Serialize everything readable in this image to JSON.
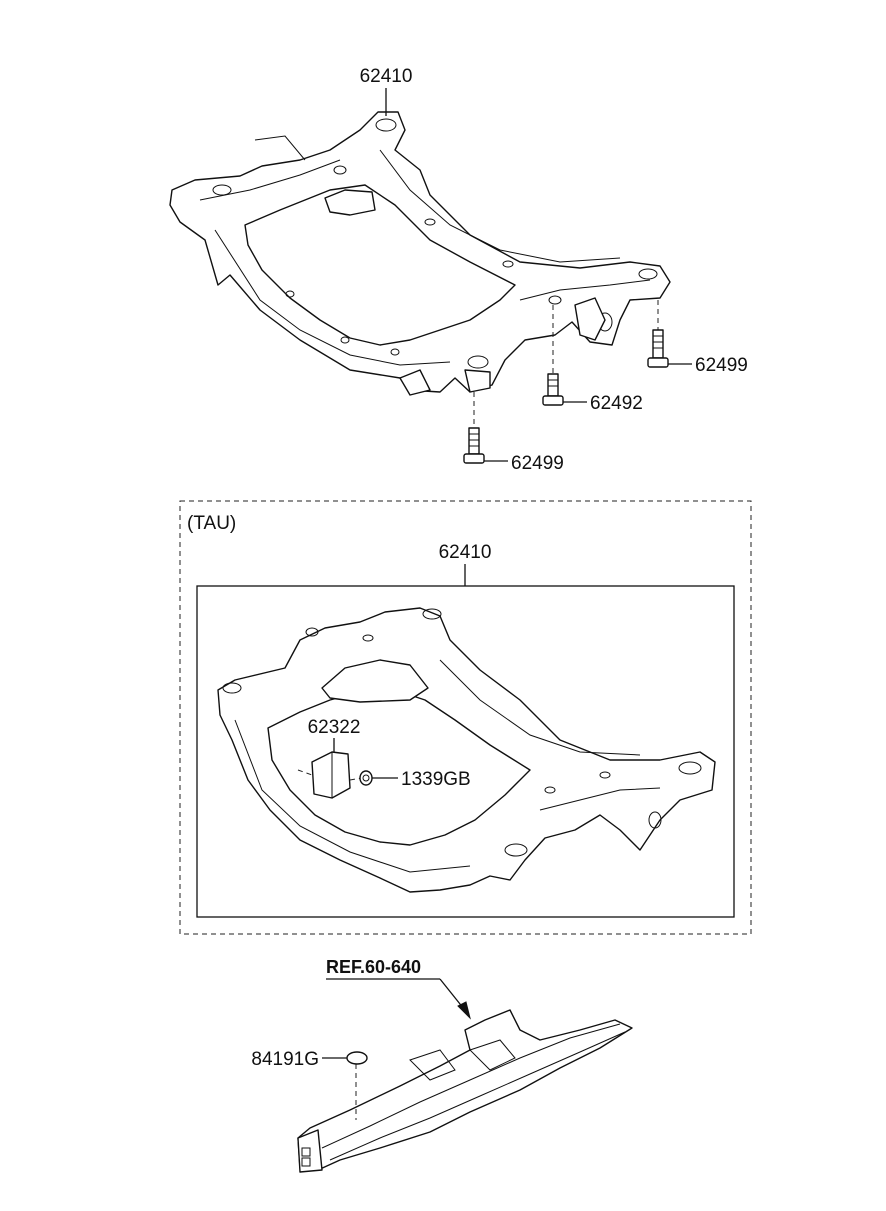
{
  "top_assembly": {
    "frame_part_no": "62410",
    "bolt_front_right_part_no": "62499",
    "bolt_center_part_no": "62492",
    "bolt_front_left_part_no": "62499"
  },
  "tau_variant": {
    "variant_label": "(TAU)",
    "frame_part_no": "62410",
    "bracket_part_no": "62322",
    "nut_part_no": "1339GB"
  },
  "side_member": {
    "reference_label": "REF.60-640",
    "plug_part_no": "84191G"
  }
}
